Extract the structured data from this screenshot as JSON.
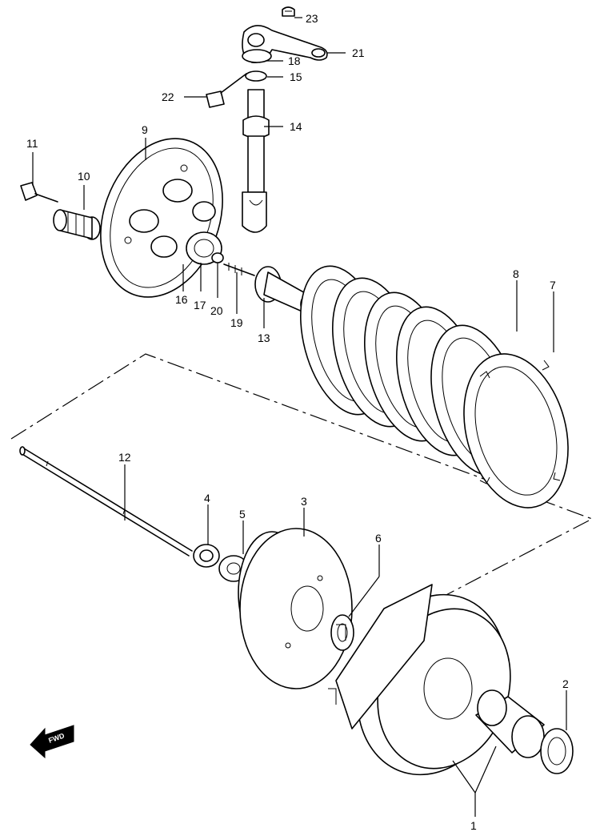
{
  "callouts": {
    "p1": "1",
    "p2": "2",
    "p3": "3",
    "p4": "4",
    "p5": "5",
    "p6": "6",
    "p7": "7",
    "p8": "8",
    "p9": "9",
    "p10": "10",
    "p11": "11",
    "p12": "12",
    "p13": "13",
    "p14": "14",
    "p15": "15",
    "p16": "16",
    "p17": "17",
    "p18": "18",
    "p19": "19",
    "p20": "20",
    "p21": "21",
    "p22": "22",
    "p23": "23"
  },
  "direction_arrow": {
    "label": "FWD"
  }
}
